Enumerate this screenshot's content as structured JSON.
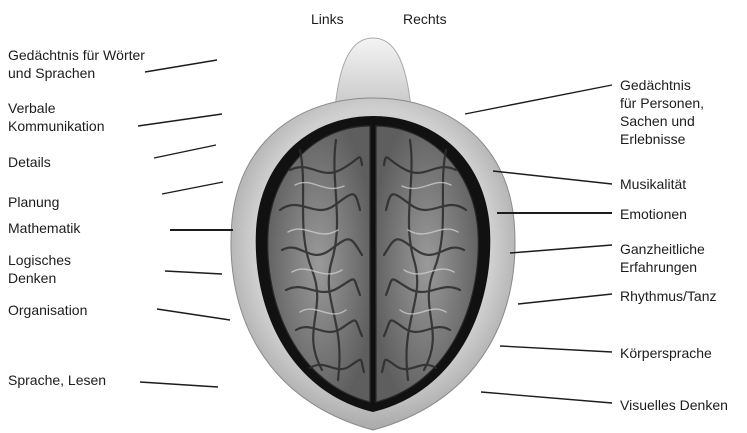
{
  "headers": {
    "left": "Links",
    "right": "Rechts"
  },
  "left_labels": [
    "Gedächtnis für Wörter\nund Sprachen",
    "Verbale\nKommunikation",
    "Details",
    "Planung",
    "Mathematik",
    "Logisches\nDenken",
    "Organisation",
    "Sprache, Lesen"
  ],
  "right_labels": [
    "Gedächtnis\nfür Personen,\nSachen und\nErlebnisse",
    "Musikalität",
    "Emotionen",
    "Ganzheitliche\nErfahrungen",
    "Rhythmus/Tanz",
    "Körpersprache",
    "Visuelles Denken"
  ]
}
